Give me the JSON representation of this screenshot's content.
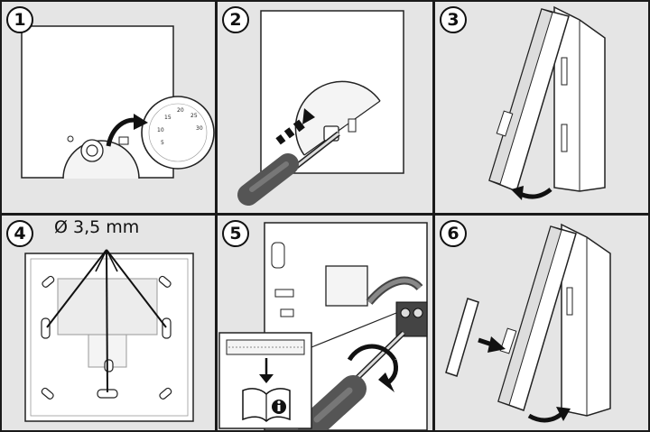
{
  "steps": [
    {
      "number": "1",
      "icon": "dial-removal-icon"
    },
    {
      "number": "2",
      "icon": "screwdriver-release-icon"
    },
    {
      "number": "3",
      "icon": "cover-open-icon"
    },
    {
      "number": "4",
      "icon": "mounting-holes-icon",
      "label": "Ø 3,5 mm"
    },
    {
      "number": "5",
      "icon": "wiring-terminal-icon"
    },
    {
      "number": "6",
      "icon": "cover-close-icon"
    }
  ],
  "dial": {
    "scale_marks": [
      "5",
      "10",
      "15",
      "20",
      "25",
      "30"
    ]
  },
  "colors": {
    "background": "#e5e5e5",
    "frame": "#1a1a1a",
    "line": "#222222",
    "device": "#ffffff",
    "handle": "#555555"
  }
}
